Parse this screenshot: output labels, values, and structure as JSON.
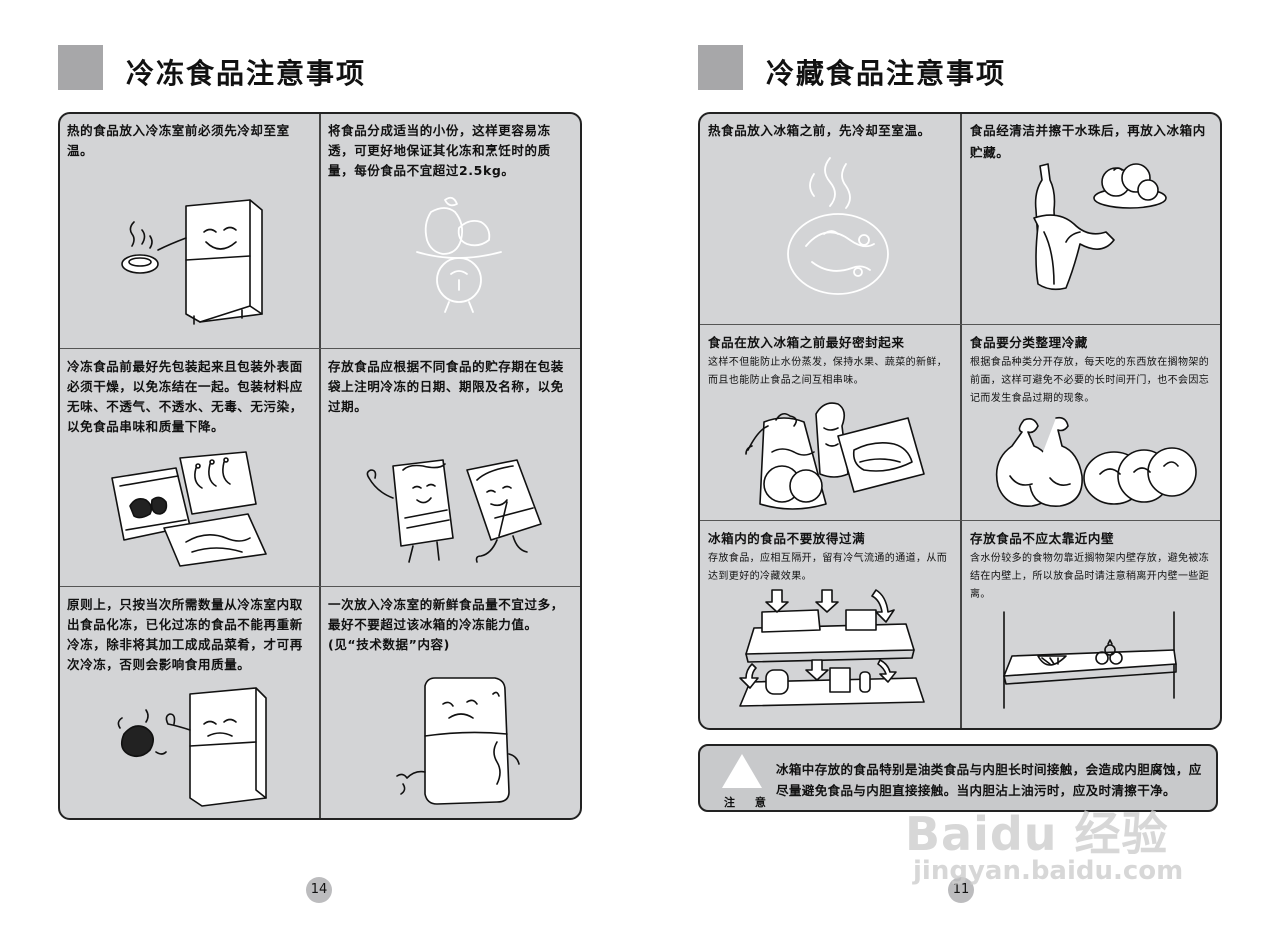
{
  "left_page": {
    "title": "冷冻食品注意事项",
    "page_number": "14",
    "cells": [
      {
        "text": "热的食品放入冷冻室前必须先冷却至室温。",
        "illustration": "fridge-with-hot-food-icon"
      },
      {
        "text": "将食品分成适当的小份，这样更容易冻透，可更好地保证其化冻和烹饪时的质量，每份食品不宜超过2.5kg。",
        "illustration": "portioned-food-scale-icon"
      },
      {
        "text": "冷冻食品前最好先包装起来且包装外表面必须干燥，以免冻结在一起。包装材料应无味、不透气、不透水、无毒、无污染，以免食品串味和质量下降。",
        "illustration": "packaged-food-bags-icon"
      },
      {
        "text": "存放食品应根据不同食品的贮存期在包装袋上注明冷冻的日期、期限及名称，以免过期。",
        "illustration": "labeled-packages-icon"
      },
      {
        "text": "原则上，只按当次所需数量从冷冻室内取出食品化冻，已化过冻的食品不能再重新冷冻，除非将其加工成成品菜肴，才可再次冷冻，否则会影响食用质量。",
        "illustration": "fridge-rejecting-thawed-food-icon"
      },
      {
        "text": "一次放入冷冻室的新鲜食品量不宜过多，最好不要超过该冰箱的冷冻能力值。(见“技术数据”内容)",
        "illustration": "overloaded-fridge-icon"
      }
    ]
  },
  "right_page": {
    "title": "冷藏食品注意事项",
    "page_number": "11",
    "cells": [
      {
        "title": "热食品放入冰箱之前，先冷却至室温。",
        "desc": "",
        "illustration": "steaming-dish-icon"
      },
      {
        "title": "食品经清洁并擦干水珠后，再放入冰箱内贮藏。",
        "desc": "",
        "illustration": "bottle-towel-fruit-icon"
      },
      {
        "title": "食品在放入冰箱之前最好密封起来",
        "desc": "这样不但能防止水份蒸发，保持水果、蔬菜的新鲜，而且也能防止食品之间互相串味。",
        "illustration": "sealed-food-bags-icon"
      },
      {
        "title": "食品要分类整理冷藏",
        "desc": "根据食品种类分开存放，每天吃的东西放在搁物架的前面，这样可避免不必要的长时间开门，也不会因忘记而发生食品过期的现象。",
        "illustration": "sorted-meat-icon"
      },
      {
        "title": "冰箱内的食品不要放得过满",
        "desc": "存放食品，应相互隔开，留有冷气流通的通道，从而达到更好的冷藏效果。",
        "illustration": "airflow-shelves-icon"
      },
      {
        "title": "存放食品不应太靠近内壁",
        "desc": "含水份较多的食物勿靠近搁物架内壁存放，避免被冻结在内壁上，所以放食品时请注意稍离开内壁一些距离。",
        "illustration": "shelf-with-food-icon"
      }
    ],
    "notice": {
      "label": "注 意",
      "text": "冰箱中存放的食品特别是油类食品与内胆长时间接触，会造成内胆腐蚀，应尽量避免食品与内胆直接接触。当内胆沾上油污时，应及时清擦干净。"
    }
  },
  "watermark": {
    "main": "Baidu 经验",
    "sub": "jingyan.baidu.com"
  }
}
